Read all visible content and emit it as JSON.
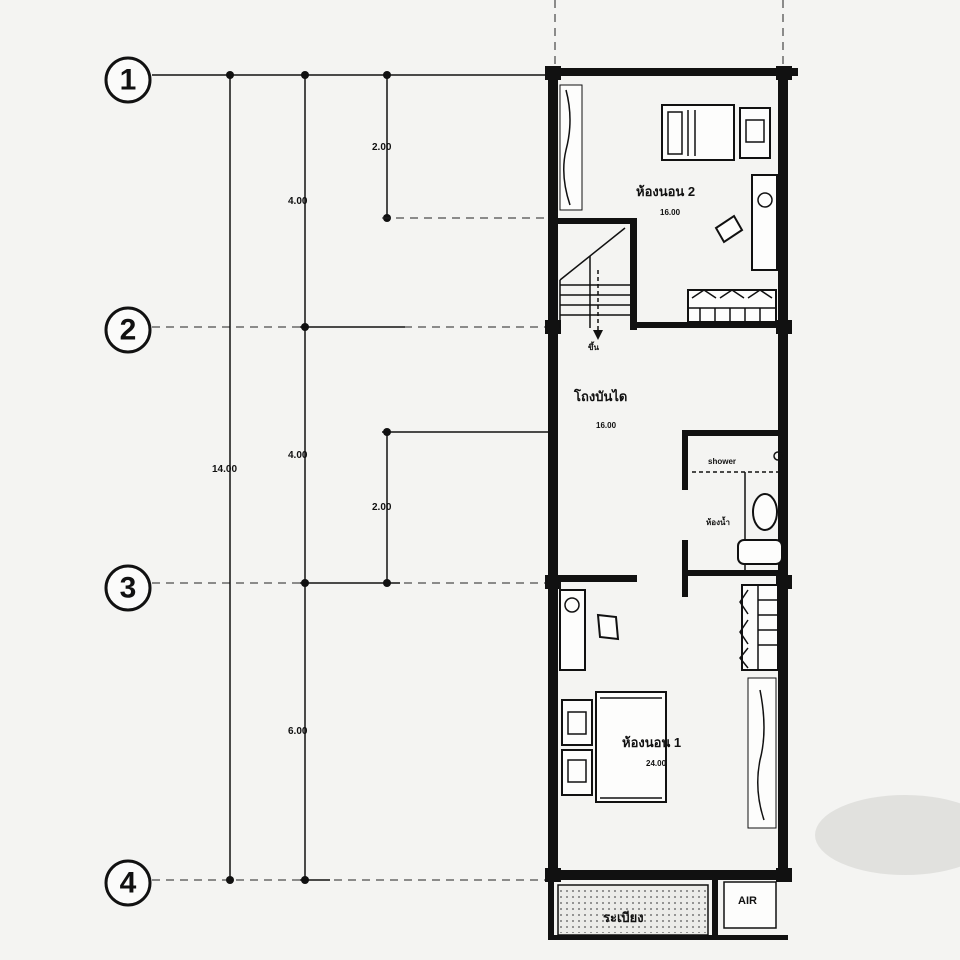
{
  "grid_axes": [
    {
      "id": "axis-1",
      "label": "1"
    },
    {
      "id": "axis-2",
      "label": "2"
    },
    {
      "id": "axis-3",
      "label": "3"
    },
    {
      "id": "axis-4",
      "label": "4"
    }
  ],
  "dimensions": {
    "overall": "14.00",
    "segment_1_2": "4.00",
    "segment_2_3": "4.00",
    "segment_3_4": "6.00",
    "sub_top": "2.00",
    "sub_mid": "2.00"
  },
  "rooms": {
    "bedroom2": {
      "label": "ห้องนอน 2",
      "area": "16.00"
    },
    "hall": {
      "label": "โถงบันได",
      "area": "16.00"
    },
    "shower": {
      "label": "shower"
    },
    "toilet": {
      "label": "ห้องน้ำ"
    },
    "bedroom1": {
      "label": "ห้องนอน 1",
      "area": "24.00"
    },
    "balcony": {
      "label": "ระเบียง"
    },
    "air": {
      "label": "AIR"
    }
  },
  "stair": {
    "label": "ขึ้น"
  }
}
